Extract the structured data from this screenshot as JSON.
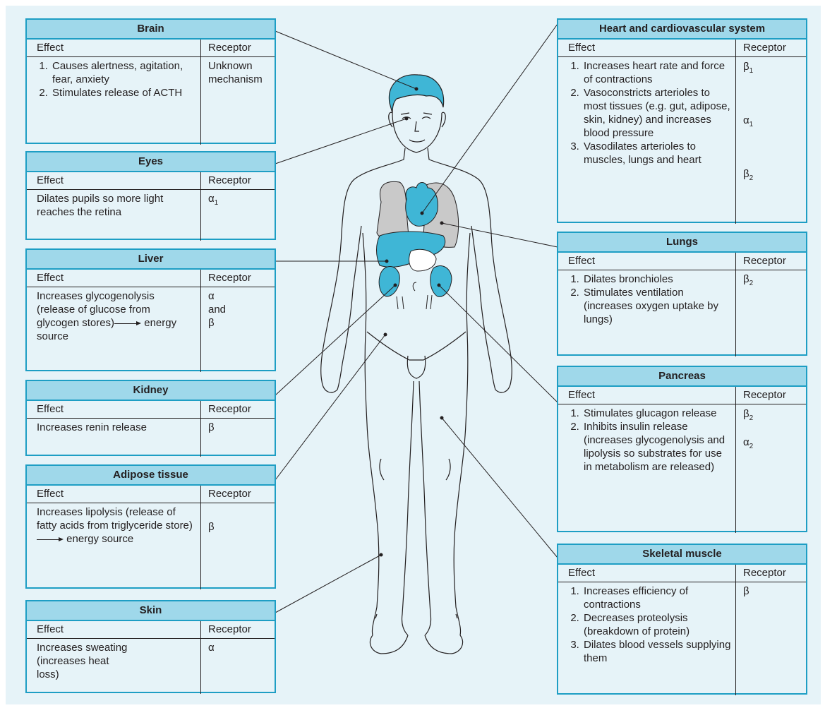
{
  "boxes": {
    "brain": {
      "title": "Brain",
      "effect_label": "Effect",
      "receptor_label": "Receptor",
      "effects": [
        "Causes alertness, agitation, fear, anxiety",
        "Stimulates release of ACTH"
      ],
      "receptor": "Unknown mechanism"
    },
    "eyes": {
      "title": "Eyes",
      "effect_label": "Effect",
      "receptor_label": "Receptor",
      "effect_text": "Dilates pupils so more light reaches the retina",
      "receptor": "α",
      "receptor_sub": "1"
    },
    "liver": {
      "title": "Liver",
      "effect_label": "Effect",
      "receptor_label": "Receptor",
      "effect_before_arrow": "Increases glycogenolysis (release of glucose from glycogen stores)",
      "effect_after_arrow": "energy source",
      "receptor_lines": [
        "α",
        "and",
        "β"
      ]
    },
    "kidney": {
      "title": "Kidney",
      "effect_label": "Effect",
      "receptor_label": "Receptor",
      "effect_text": "Increases renin release",
      "receptor": "β"
    },
    "adipose": {
      "title": "Adipose tissue",
      "effect_label": "Effect",
      "receptor_label": "Receptor",
      "effect_before_arrow": "Increases lipolysis (release of fatty acids from triglyceride store)",
      "effect_after_arrow": "energy source",
      "receptor": "β"
    },
    "skin": {
      "title": "Skin",
      "effect_label": "Effect",
      "receptor_label": "Receptor",
      "effect_text": "Increases sweating (increases heat loss)",
      "receptor": "α"
    },
    "heart": {
      "title": "Heart and cardiovascular system",
      "effect_label": "Effect",
      "receptor_label": "Receptor",
      "effects": [
        "Increases heart rate and force of contractions",
        "Vasoconstricts arterioles to most tissues (e.g. gut, adipose, skin, kidney) and increases blood pressure",
        "Vasodilates  arterioles to muscles, lungs and heart"
      ],
      "receptors": [
        {
          "symbol": "β",
          "sub": "1"
        },
        {
          "symbol": "α",
          "sub": "1"
        },
        {
          "symbol": "β",
          "sub": "2"
        }
      ]
    },
    "lungs": {
      "title": "Lungs",
      "effect_label": "Effect",
      "receptor_label": "Receptor",
      "effects": [
        "Dilates bronchioles",
        "Stimulates ventilation (increases oxygen uptake by lungs)"
      ],
      "receptor": "β",
      "receptor_sub": "2"
    },
    "pancreas": {
      "title": "Pancreas",
      "effect_label": "Effect",
      "receptor_label": "Receptor",
      "effects": [
        "Stimulates glucagon release",
        "Inhibits insulin release (increases glycogenolysis and lipolysis so substrates for use in metabolism are released)"
      ],
      "receptors": [
        {
          "symbol": "β",
          "sub": "2"
        },
        {
          "symbol": "α",
          "sub": "2"
        }
      ]
    },
    "skeletal": {
      "title": "Skeletal muscle",
      "effect_label": "Effect",
      "receptor_label": "Receptor",
      "effects": [
        "Increases efficiency of contractions",
        "Decreases proteolysis (breakdown of protein)",
        "Dilates blood vessels supplying them"
      ],
      "receptor": "β"
    }
  },
  "colors": {
    "box_border": "#1e9ec4",
    "header_fill": "#9fd8ea",
    "panel_fill": "#e6f3f8",
    "organ_blue": "#3fb6d6",
    "organ_grey": "#c9c9c9"
  }
}
